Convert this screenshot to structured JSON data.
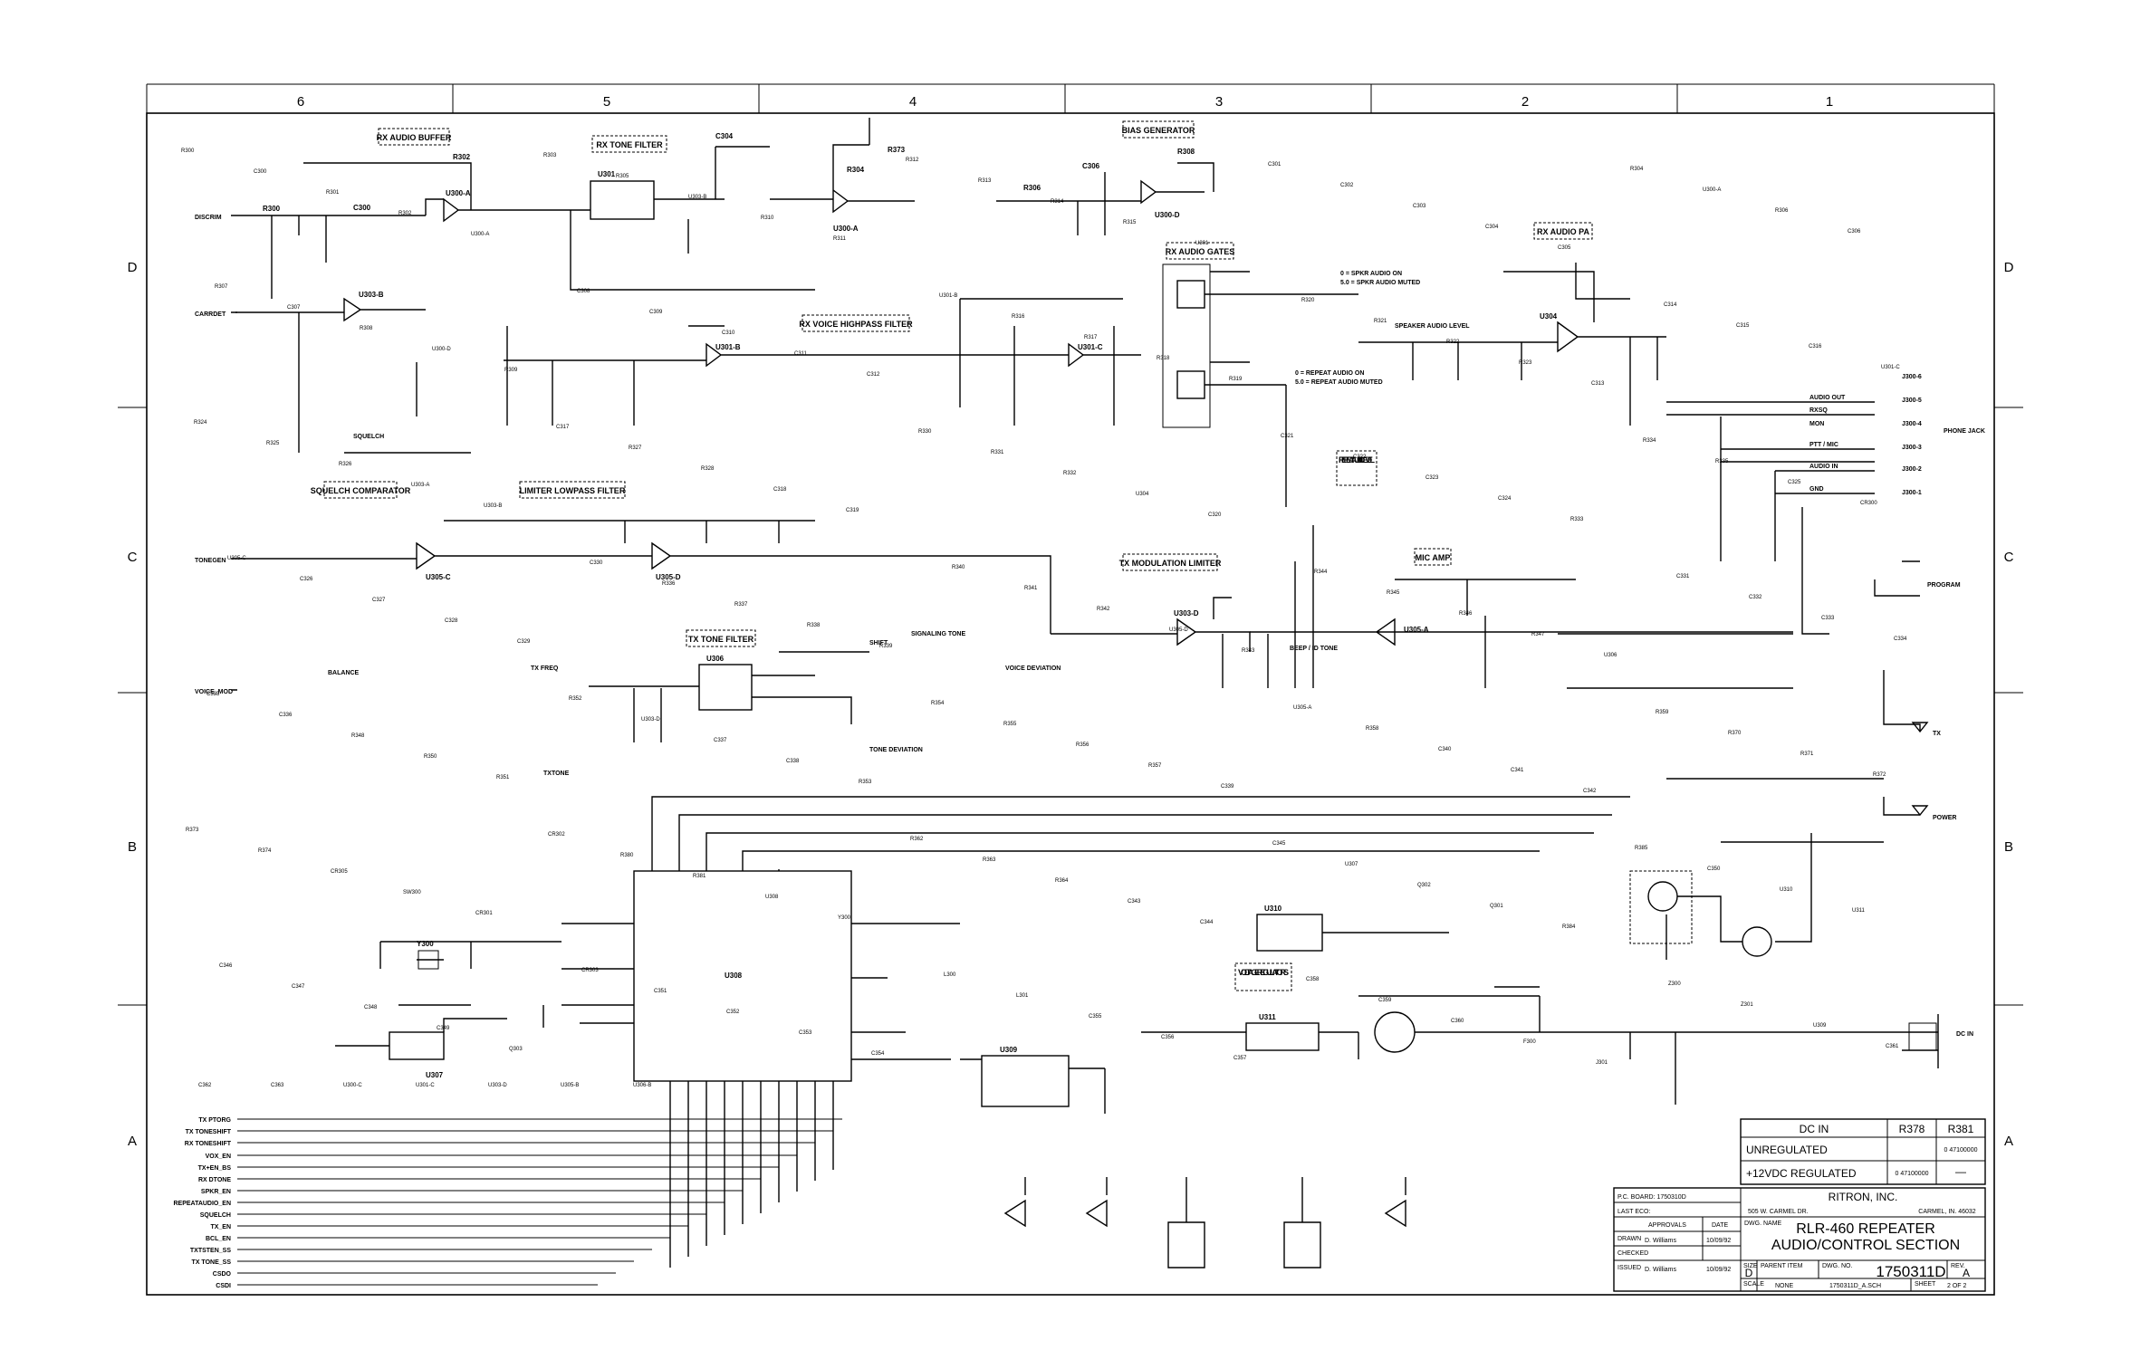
{
  "zones_top": [
    "6",
    "5",
    "4",
    "3",
    "2",
    "1"
  ],
  "zones_side": [
    "D",
    "C",
    "B",
    "A"
  ],
  "section_labels": {
    "rx_audio_buffer": "RX AUDIO BUFFER",
    "rx_tone_filter": "RX TONE FILTER",
    "bias_generator": "BIAS GENERATOR",
    "rx_audio_gates": "RX AUDIO GATES",
    "rx_voice_highpass": "RX VOICE HIGHPASS FILTER",
    "rx_audio_pa": "RX AUDIO PA",
    "squelch_comparator": "SQUELCH COMPARATOR",
    "limiter_lowpass": "LIMITER LOWPASS FILTER",
    "tx_tone_filter": "TX TONE FILTER",
    "tx_modulation_limiter": "TX MODULATION LIMITER",
    "mic_amp": "MIC AMP",
    "voltage_regulators": "VOLTAGE REGULATORS",
    "repeat_audio_level": "REPEAT AUDIO LEVEL"
  },
  "annotations": {
    "spkr_on": "0 = SPKR AUDIO ON",
    "spkr_muted": "5.0 = SPKR AUDIO MUTED",
    "repeat_on": "0 = REPEAT AUDIO ON",
    "repeat_muted": "5.0 = REPEAT AUDIO MUTED",
    "speaker_audio_level": "SPEAKER AUDIO LEVEL",
    "squelch": "SQUELCH",
    "balance": "BALANCE",
    "signaling_tone": "SIGNALING TONE",
    "voice_deviation": "VOICE DEVIATION",
    "tone_deviation": "TONE DEVIATION",
    "tx_freq": "TX FREQ",
    "beep_id_tone": "BEEP / ID TONE",
    "tone_shift": "SHIFT",
    "program": "PROGRAM",
    "phone_jack": "PHONE JACK",
    "tx": "TX",
    "power": "POWER",
    "dc_in": "DC IN"
  },
  "input_signals": [
    "DISCRIM",
    "CARRDET",
    "TONEGEN",
    "VOICE_MOD",
    "TXTONE"
  ],
  "bus_signals": [
    "TX PTORG",
    "TX TONESHIFT",
    "RX TONESHIFT",
    "VOX_EN",
    "TX+EN_BS",
    "RX DTONE",
    "SPKR_EN",
    "REPEATAUDIO_EN",
    "SQUELCH",
    "TX_EN",
    "BCL_EN",
    "TXTSTEN_SS",
    "TX TONE_SS",
    "CSDO",
    "CSDI"
  ],
  "phone_jack_pins": [
    {
      "name": "RXSQ",
      "pin": "J300-6"
    },
    {
      "name": "AUDIO OUT",
      "pin": "J300-5"
    },
    {
      "name": "MON",
      "pin": "J300-4"
    },
    {
      "name": "PTT / MIC",
      "pin": "J300-3"
    },
    {
      "name": "AUDIO IN",
      "pin": "J300-2"
    },
    {
      "name": "GND",
      "pin": "J300-1"
    }
  ],
  "components": [
    "R300",
    "C300",
    "R301",
    "R302",
    "U300-A",
    "R303",
    "R305",
    "U303-B",
    "R310",
    "R311",
    "R312",
    "R313",
    "R314",
    "R315",
    "U301",
    "C301",
    "C302",
    "C303",
    "C304",
    "C305",
    "R304",
    "U300-A",
    "R306",
    "C306",
    "R307",
    "C307",
    "R308",
    "U300-D",
    "R309",
    "C308",
    "C309",
    "C310",
    "C311",
    "C312",
    "U301-B",
    "R316",
    "R317",
    "R318",
    "R319",
    "R320",
    "R321",
    "R322",
    "R323",
    "C313",
    "C314",
    "C315",
    "C316",
    "U301-C",
    "R324",
    "R325",
    "R326",
    "U303-A",
    "U303-B",
    "C317",
    "R327",
    "R328",
    "C318",
    "C319",
    "R330",
    "R331",
    "R332",
    "U304",
    "C320",
    "C321",
    "C322",
    "C323",
    "C324",
    "R333",
    "R334",
    "R335",
    "C325",
    "CR300",
    "U305-C",
    "C326",
    "C327",
    "C328",
    "C329",
    "C330",
    "R336",
    "R337",
    "R338",
    "R339",
    "R340",
    "R341",
    "R342",
    "U305-D",
    "R343",
    "R344",
    "R345",
    "R346",
    "R347",
    "U306",
    "C331",
    "C332",
    "C333",
    "C334",
    "C335",
    "C336",
    "R348",
    "R350",
    "R351",
    "R352",
    "U303-D",
    "C337",
    "C338",
    "R353",
    "R354",
    "R355",
    "R356",
    "R357",
    "C339",
    "U305-A",
    "R358",
    "C340",
    "C341",
    "C342",
    "R359",
    "R370",
    "R371",
    "R372",
    "R373",
    "R374",
    "CR305",
    "SW300",
    "CR301",
    "CR302",
    "R380",
    "R381",
    "U308",
    "Y300",
    "R362",
    "R363",
    "R364",
    "C343",
    "C344",
    "C345",
    "U307",
    "Q302",
    "Q301",
    "R384",
    "R385",
    "C350",
    "U310",
    "U311",
    "C346",
    "C347",
    "C348",
    "C349",
    "Q303",
    "CR303",
    "C351",
    "C352",
    "C353",
    "C354",
    "L300",
    "L301",
    "C355",
    "C356",
    "C357",
    "C358",
    "C359",
    "C360",
    "F300",
    "J301",
    "Z300",
    "Z301",
    "U309",
    "C361",
    "C362",
    "C363",
    "U300-C",
    "U301-C",
    "U303-D",
    "U305-B",
    "U306-B"
  ],
  "table": {
    "headers": [
      "DC IN",
      "R378",
      "R381"
    ],
    "rows": [
      {
        "label": "UNREGULATED",
        "r378": "",
        "r381": "0\n47100000"
      },
      {
        "label": "+12VDC REGULATED",
        "r378": "0\n47100000",
        "r381": "—"
      }
    ]
  },
  "title_block": {
    "pc_board": "P.C. BOARD: 1750310D",
    "last_eco": "LAST ECO:",
    "company": "RITRON, INC.",
    "address": "505 W. CARMEL DR.",
    "city": "CARMEL, IN. 46032",
    "approvals_label": "APPROVALS",
    "date_label": "DATE",
    "drawn_label": "DRAWN",
    "drawn_by": "D. Williams",
    "drawn_date": "10/09/92",
    "checked_label": "CHECKED",
    "issued_label": "ISSUED",
    "issued_by": "D. Williams",
    "issued_date": "10/09/92",
    "dwg_name_label": "DWG. NAME",
    "title_line1": "RLR-460 REPEATER",
    "title_line2": "AUDIO/CONTROL SECTION",
    "size_label": "SIZE",
    "size": "D",
    "parent_label": "PARENT ITEM",
    "dwg_no_label": "DWG. NO.",
    "dwg_no": "1750311D",
    "rev_label": "REV.",
    "rev": "A",
    "scale_label": "SCALE",
    "scale": "NONE",
    "file": "1750311D_A.SCH",
    "sheet_label": "SHEET",
    "sheet": "2 OF 2"
  }
}
